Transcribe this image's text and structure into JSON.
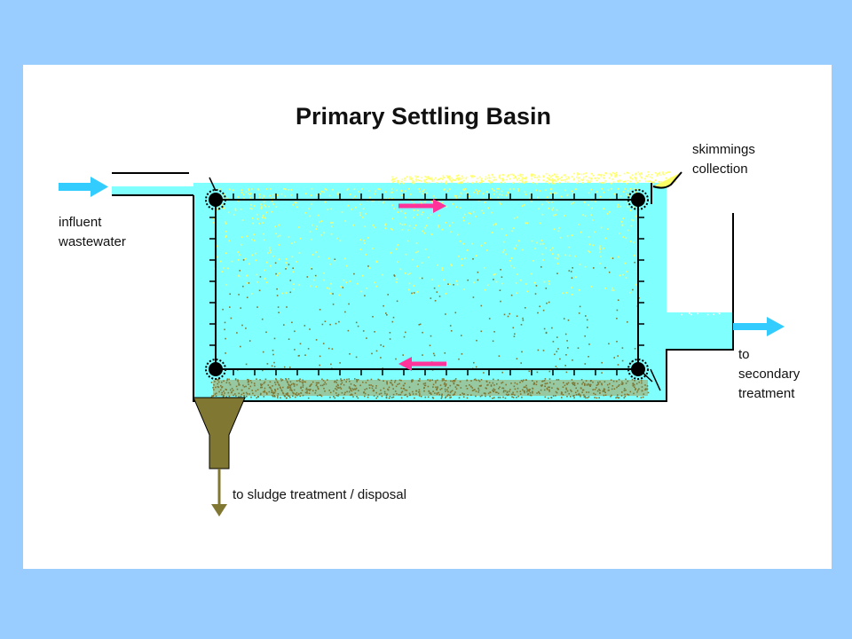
{
  "diagram": {
    "title": "Primary Settling Basin",
    "labels": {
      "influent_line1": "influent",
      "influent_line2": "wastewater",
      "skimmings_line1": "skimmings",
      "skimmings_line2": "collection",
      "secondary_line1": "to",
      "secondary_line2": "secondary",
      "secondary_line3": "treatment",
      "sludge": "to sludge treatment / disposal"
    }
  },
  "colors": {
    "background": "#99ccff",
    "panel": "#ffffff",
    "water": "#80ffff",
    "flow_arrow": "#ff3399",
    "io_arrow": "#33ccff",
    "sludge": "#807733",
    "scum": "#ffff66",
    "outline": "#000000"
  },
  "icons": {
    "influent_arrow": "arrow-right-icon",
    "effluent_arrow": "arrow-right-icon",
    "surface_flow": "arrow-right-icon",
    "bottom_flow": "arrow-left-icon",
    "sludge_outlet": "arrow-down-icon"
  }
}
